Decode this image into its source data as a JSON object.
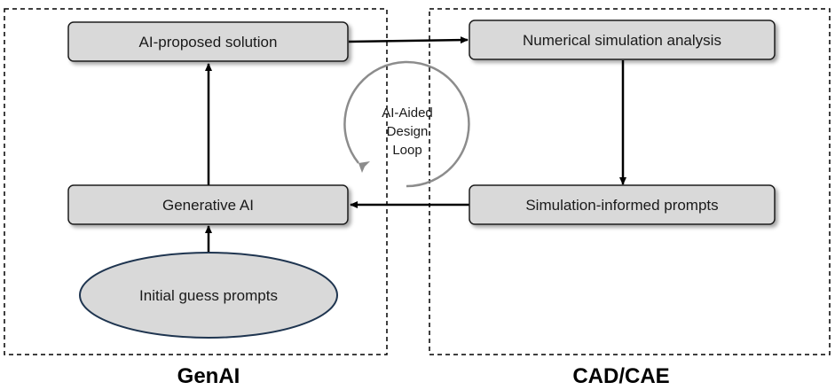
{
  "groups": {
    "genai": {
      "label": "GenAI"
    },
    "cadcae": {
      "label": "CAD/CAE"
    }
  },
  "nodes": {
    "ai_proposed_solution": "AI-proposed solution",
    "generative_ai": "Generative AI",
    "initial_guess_prompts": "Initial guess prompts",
    "numerical_simulation_analysis": "Numerical simulation analysis",
    "simulation_informed_prompts": "Simulation-informed prompts"
  },
  "loop": {
    "line1": "AI-Aided",
    "line2": "Design",
    "line3": "Loop"
  },
  "colors": {
    "box_fill": "#d9d9d9",
    "box_stroke": "#1f1f1f",
    "ellipse_fill": "#d9d9d9",
    "ellipse_stroke": "#1f3550",
    "loop_stroke": "#8c8c8c",
    "arrow": "#000000"
  }
}
